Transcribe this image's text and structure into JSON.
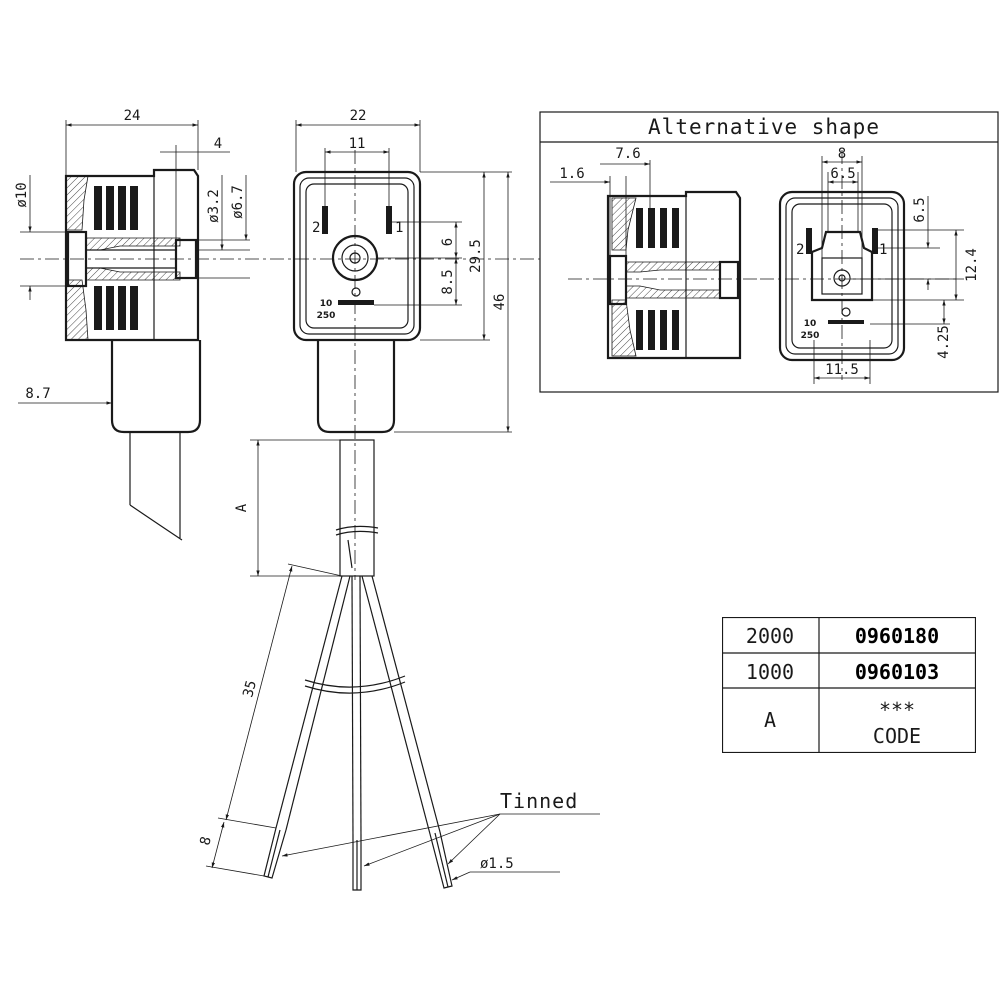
{
  "alternative": {
    "title": "Alternative shape"
  },
  "dims": {
    "side_width": "24",
    "side_offset": "4",
    "side_dia_outer": "ø10",
    "side_dia_3_2": "ø3.2",
    "side_dia_6_7": "ø6.7",
    "side_8_7": "8.7",
    "front_width": "22",
    "front_pin_spacing": "11",
    "front_6": "6",
    "front_8_5": "8.5",
    "front_29_5": "29.5",
    "front_46": "46",
    "cable_a": "A",
    "wire_35": "35",
    "wire_8": "8",
    "wire_dia": "ø1.5",
    "alt_7_6": "7.6",
    "alt_1_6": "1.6",
    "alt_8": "8",
    "alt_6_5_top": "6.5",
    "alt_6_5_right": "6.5",
    "alt_12_4": "12.4",
    "alt_4_25": "4.25",
    "alt_11_5": "11.5"
  },
  "pins": {
    "pin2": "2",
    "pin1": "1",
    "alt_pin2": "2",
    "alt_pin1": "1"
  },
  "rating": {
    "v1": "10",
    "v2": "250",
    "alt_v1": "10",
    "alt_v2": "250"
  },
  "labels": {
    "tinned": "Tinned"
  },
  "table": {
    "rows": [
      {
        "length": "2000",
        "code": "0960180"
      },
      {
        "length": "1000",
        "code": "0960103"
      }
    ],
    "footer_left": "A",
    "footer_right_top": "***",
    "footer_right_bottom": "CODE"
  }
}
